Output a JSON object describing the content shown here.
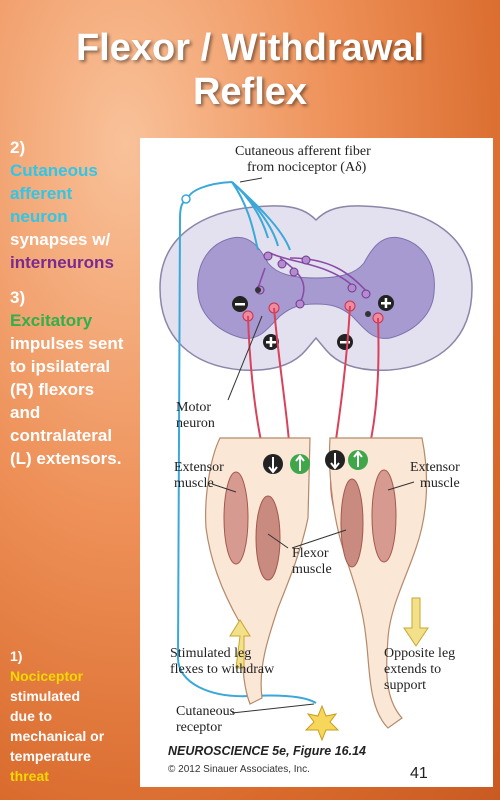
{
  "slide": {
    "title_line1": "Flexor / Withdrawal",
    "title_line2": "Reflex",
    "number": "41"
  },
  "notes": {
    "step2": {
      "num": "2)",
      "a": "Cutaneous",
      "b": "afferent",
      "c": "neuron",
      "d": "synapses w/",
      "e": "interneurons"
    },
    "step3": {
      "num": "3)",
      "a": "Excitatory",
      "b": "impulses sent",
      "c": "to ipsilateral",
      "d": "(R) flexors",
      "e": "and",
      "f": "contralateral",
      "g": "(L) extensors."
    },
    "step1": {
      "num": "1)",
      "a": "Nociceptor",
      "b": "stimulated",
      "c": "due to",
      "d": "mechanical or",
      "e": "temperature",
      "f": "threat"
    }
  },
  "figure": {
    "afferent_line1": "Cutaneous afferent fiber",
    "afferent_line2": "from nociceptor (Aδ)",
    "motor_line1": "Motor",
    "motor_line2": "neuron",
    "extensor_left_line1": "Extensor",
    "extensor_left_line2": "muscle",
    "extensor_right_line1": "Extensor",
    "extensor_right_line2": "muscle",
    "flexor_line1": "Flexor",
    "flexor_line2": "muscle",
    "stim_line1": "Stimulated leg",
    "stim_line2": "flexes to withdraw",
    "opp_line1": "Opposite leg",
    "opp_line2": "extends to",
    "opp_line3": "support",
    "receptor_line1": "Cutaneous",
    "receptor_line2": "receptor",
    "caption": "NEUROSCIENCE 5e, Figure 16.14",
    "copyright": "© 2012 Sinauer Associates, Inc."
  },
  "colors": {
    "background": "#e07a3c",
    "cyan_text": "#2fc6e8",
    "purple_text": "#7a2a8e",
    "green_text": "#2fb04a",
    "yellow_text": "#f5d800",
    "afferent_fiber": "#3aa8d8",
    "motor_axon": "#d9425a",
    "interneuron": "#8a4ca8",
    "grey_matter": "#9a8fc8"
  }
}
